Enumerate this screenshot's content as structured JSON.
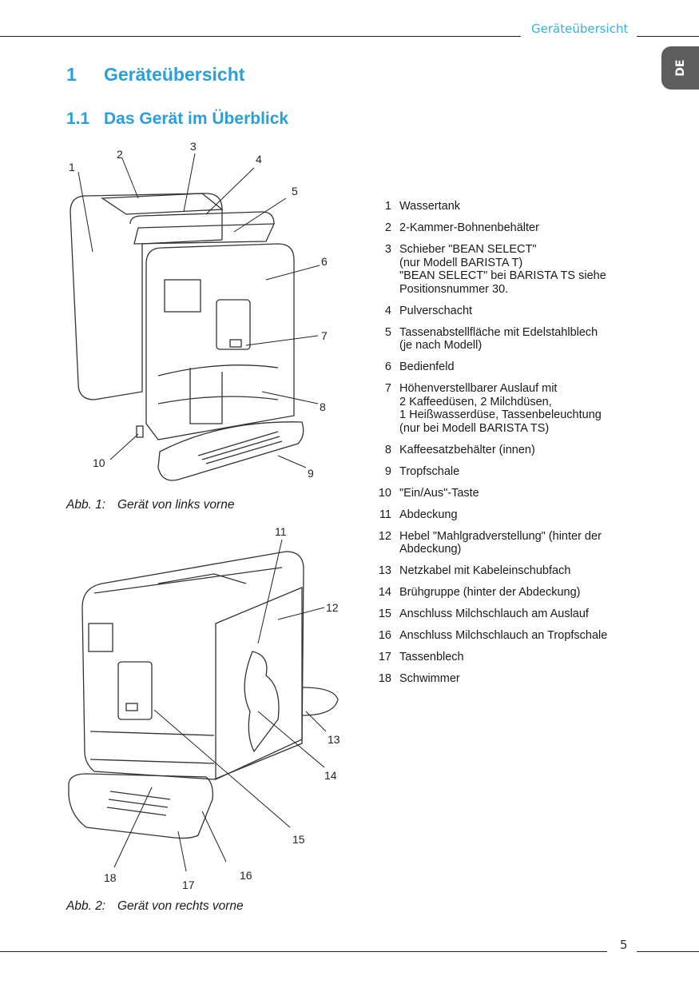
{
  "header": {
    "running_title": "Geräteübersicht",
    "language_tab": "DE"
  },
  "heading1": {
    "number": "1",
    "title": "Geräteübersicht"
  },
  "heading2": {
    "number": "1.1",
    "title": "Das Gerät im Überblick"
  },
  "figure1": {
    "label": "Abb. 1:",
    "caption": "Gerät von links vorne",
    "callouts": [
      "1",
      "2",
      "3",
      "4",
      "5",
      "6",
      "7",
      "8",
      "9",
      "10"
    ]
  },
  "figure2": {
    "label": "Abb. 2:",
    "caption": "Gerät von rechts vorne",
    "callouts": [
      "11",
      "12",
      "13",
      "14",
      "15",
      "16",
      "17",
      "18"
    ]
  },
  "legend": [
    {
      "n": "1",
      "t": "Wassertank"
    },
    {
      "n": "2",
      "t": "2-Kammer-Bohnenbehälter"
    },
    {
      "n": "3",
      "t": "Schieber \"BEAN SELECT\"\n(nur Modell BARISTA T)\n\"BEAN SELECT\" bei BARISTA TS siehe\nPositionsnummer 30."
    },
    {
      "n": "4",
      "t": "Pulverschacht"
    },
    {
      "n": "5",
      "t": "Tassenabstellfläche mit Edelstahlblech\n(je nach Modell)"
    },
    {
      "n": "6",
      "t": "Bedienfeld"
    },
    {
      "n": "7",
      "t": "Höhenverstellbarer Auslauf mit\n2 Kaffeedüsen, 2 Milchdüsen,\n1 Heißwasserdüse, Tassenbeleuchtung\n(nur bei Modell BARISTA TS)"
    },
    {
      "n": "8",
      "t": "Kaffeesatzbehälter (innen)"
    },
    {
      "n": "9",
      "t": "Tropfschale"
    },
    {
      "n": "10",
      "t": "\"Ein/Aus\"-Taste"
    },
    {
      "n": "11",
      "t": "Abdeckung"
    },
    {
      "n": "12",
      "t": "Hebel \"Mahlgradverstellung\" (hinter der\nAbdeckung)"
    },
    {
      "n": "13",
      "t": "Netzkabel mit Kabeleinschubfach"
    },
    {
      "n": "14",
      "t": "Brühgruppe (hinter der Abdeckung)"
    },
    {
      "n": "15",
      "t": "Anschluss Milchschlauch am Auslauf"
    },
    {
      "n": "16",
      "t": "Anschluss Milchschlauch an Tropfschale"
    },
    {
      "n": "17",
      "t": "Tassenblech"
    },
    {
      "n": "18",
      "t": "Schwimmer"
    }
  ],
  "footer": {
    "page_number": "5"
  },
  "colors": {
    "accent": "#2a9fd8",
    "running_title": "#3aaee0",
    "tab": "#5d5d5d"
  }
}
